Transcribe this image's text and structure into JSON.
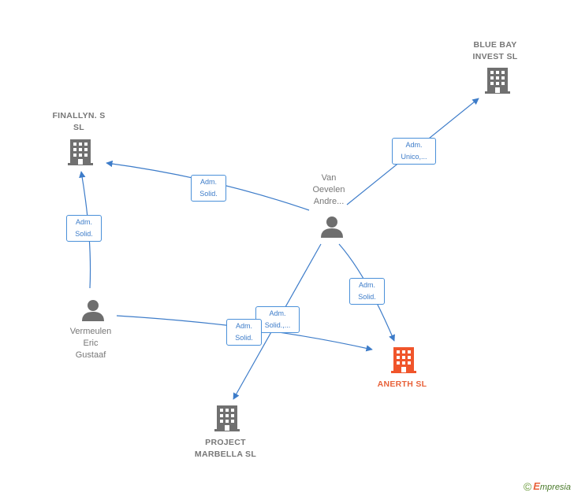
{
  "colors": {
    "edge": "#3d7cc9",
    "company": "#707070",
    "person": "#6e6e6e",
    "focus_company": "#f0552b"
  },
  "nodes": {
    "blue_bay": {
      "label": "BLUE BAY\nINVEST  SL",
      "kind": "company",
      "icon": "building-icon"
    },
    "finallyn": {
      "label": "FINALLYN. S\nSL",
      "kind": "company",
      "icon": "building-icon"
    },
    "van_oevelen": {
      "label": "Van\nOevelen\nAndre...",
      "kind": "person",
      "icon": "person-icon"
    },
    "vermeulen": {
      "label": "Vermeulen\nEric\nGustaaf",
      "kind": "person",
      "icon": "person-icon"
    },
    "anerth": {
      "label": "ANERTH  SL",
      "kind": "focus-company",
      "icon": "building-icon"
    },
    "project_marbella": {
      "label": "PROJECT\nMARBELLA  SL",
      "kind": "company",
      "icon": "building-icon"
    }
  },
  "edges": {
    "van_to_bluebay": {
      "label": "Adm.\nUnico,..."
    },
    "van_to_finallyn": {
      "label": "Adm.\nSolid."
    },
    "verm_to_finallyn": {
      "label": "Adm.\nSolid."
    },
    "van_to_anerth": {
      "label": "Adm.\nSolid."
    },
    "van_to_marbella": {
      "label": "Adm.\nSolid.,..."
    },
    "verm_to_anerth": {
      "label": "Adm.\nSolid."
    }
  },
  "footer": {
    "copyright": "©",
    "brand_initial": "E",
    "brand_rest": "mpresia"
  }
}
